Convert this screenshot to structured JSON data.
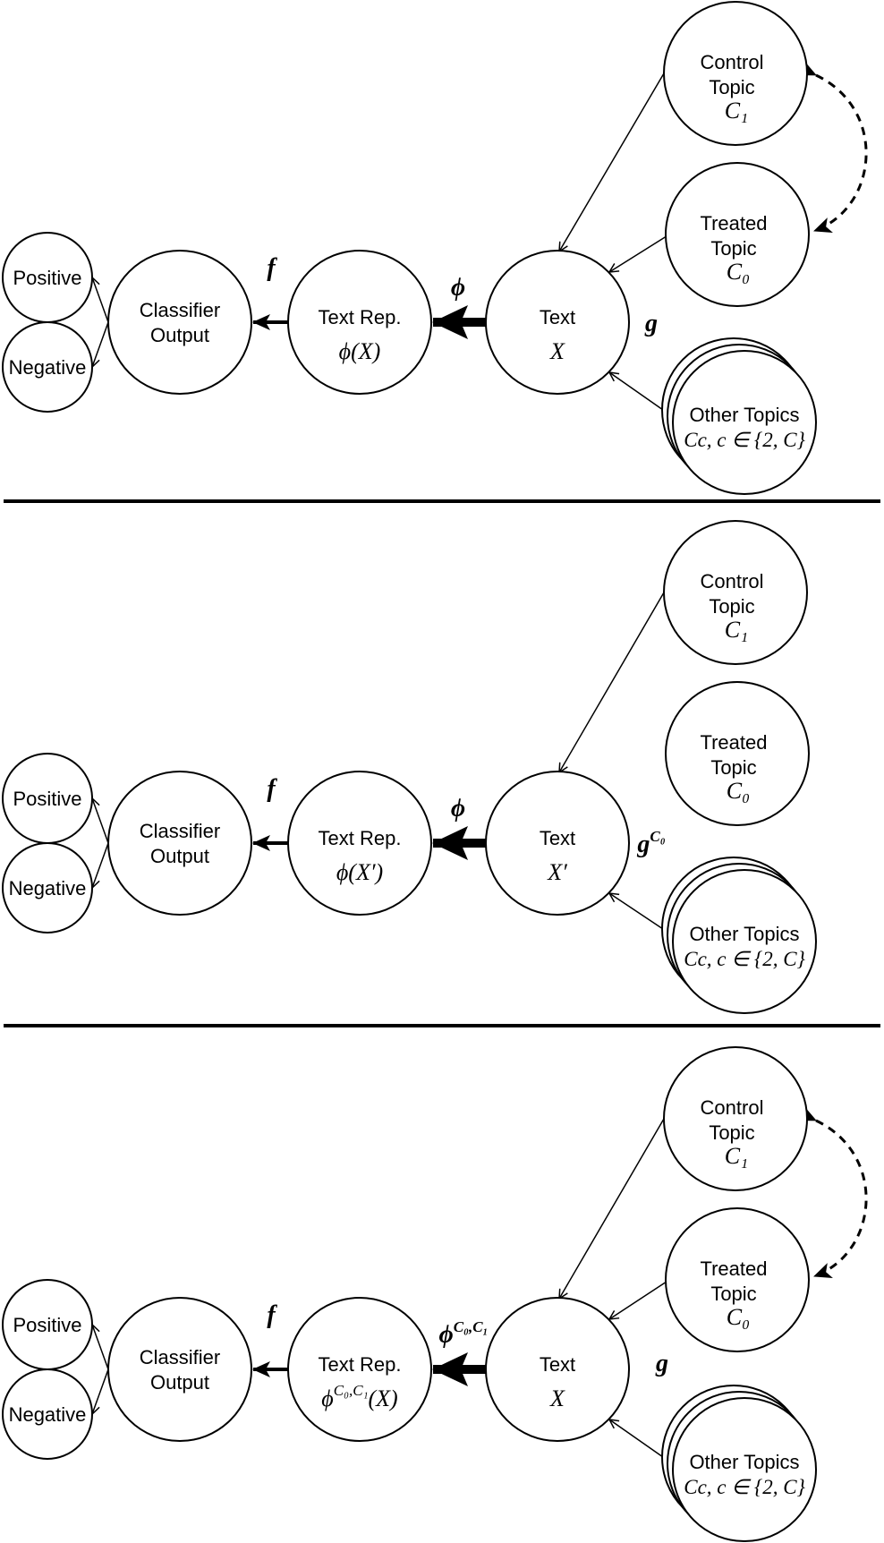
{
  "panels": [
    {
      "control": {
        "line1": "Control",
        "line2": "Topic",
        "math": "C₁"
      },
      "treated": {
        "line1": "Treated",
        "line2": "Topic",
        "math": "C₀"
      },
      "other": {
        "line1": "Other Topics",
        "math": "Cc, c ∈ {2, C}"
      },
      "text": {
        "line1": "Text",
        "math": "X"
      },
      "rep": {
        "line1": "Text Rep.",
        "math": "ϕ(X)"
      },
      "classifier": {
        "line1": "Classifier",
        "line2": "Output"
      },
      "positive": "Positive",
      "negative": "Negative",
      "f_label": "f",
      "phi_label": "ϕ",
      "g_label": "g",
      "dashed_link": true
    },
    {
      "control": {
        "line1": "Control",
        "line2": "Topic",
        "math": "C₁"
      },
      "treated": {
        "line1": "Treated",
        "line2": "Topic",
        "math": "C₀"
      },
      "other": {
        "line1": "Other Topics",
        "math": "Cc, c ∈ {2, C}"
      },
      "text": {
        "line1": "Text",
        "math": "X′"
      },
      "rep": {
        "line1": "Text Rep.",
        "math": "ϕ(X′)"
      },
      "classifier": {
        "line1": "Classifier",
        "line2": "Output"
      },
      "positive": "Positive",
      "negative": "Negative",
      "f_label": "f",
      "phi_label": "ϕ",
      "g_label": "g^C₀",
      "dashed_link": false
    },
    {
      "control": {
        "line1": "Control",
        "line2": "Topic",
        "math": "C₁"
      },
      "treated": {
        "line1": "Treated",
        "line2": "Topic",
        "math": "C₀"
      },
      "other": {
        "line1": "Other Topics",
        "math": "Cc, c ∈ {2, C}"
      },
      "text": {
        "line1": "Text",
        "math": "X"
      },
      "rep": {
        "line1": "Text Rep.",
        "math": "ϕ^C₀,C₁(X)"
      },
      "classifier": {
        "line1": "Classifier",
        "line2": "Output"
      },
      "positive": "Positive",
      "negative": "Negative",
      "f_label": "f",
      "phi_label": "ϕ^C₀,C₁",
      "g_label": "g",
      "dashed_link": true
    }
  ]
}
